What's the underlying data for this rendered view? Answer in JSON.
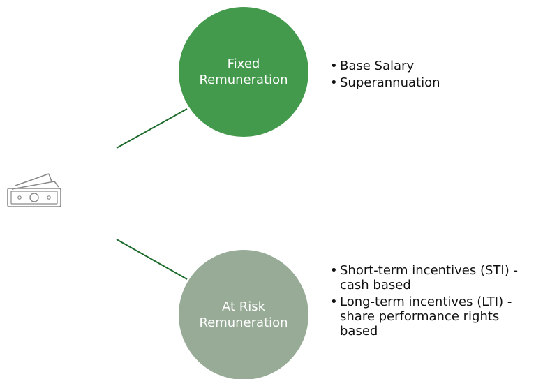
{
  "colors": {
    "fixed_circle": "#449a4c",
    "risk_circle": "#97ab97",
    "connector": "#1d6b2c",
    "icon_stroke": "#8a8a8a"
  },
  "icon": "money-banknotes-icon",
  "fixed": {
    "label": "Fixed\nRemuneration",
    "items": [
      "Base Salary",
      "Superannuation"
    ]
  },
  "risk": {
    "label": "At Risk\nRemuneration",
    "items": [
      "Short-term incentives (STI) - cash based",
      "Long-term incentives (LTI) - share performance rights based"
    ]
  }
}
